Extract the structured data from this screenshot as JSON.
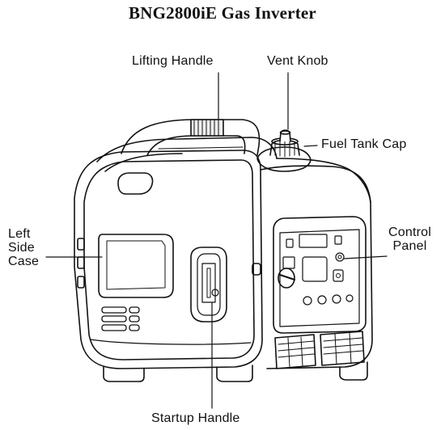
{
  "title": "BNG2800iE Gas Inverter",
  "labels": {
    "lifting_handle": "Lifting Handle",
    "vent_knob": "Vent Knob",
    "fuel_tank_cap": "Fuel Tank Cap",
    "left_side_case": [
      "Left",
      "Side",
      "Case"
    ],
    "control_panel": [
      "Control",
      "Panel"
    ],
    "startup_handle": "Startup Handle"
  },
  "colors": {
    "line": "#111111",
    "background": "#ffffff"
  }
}
